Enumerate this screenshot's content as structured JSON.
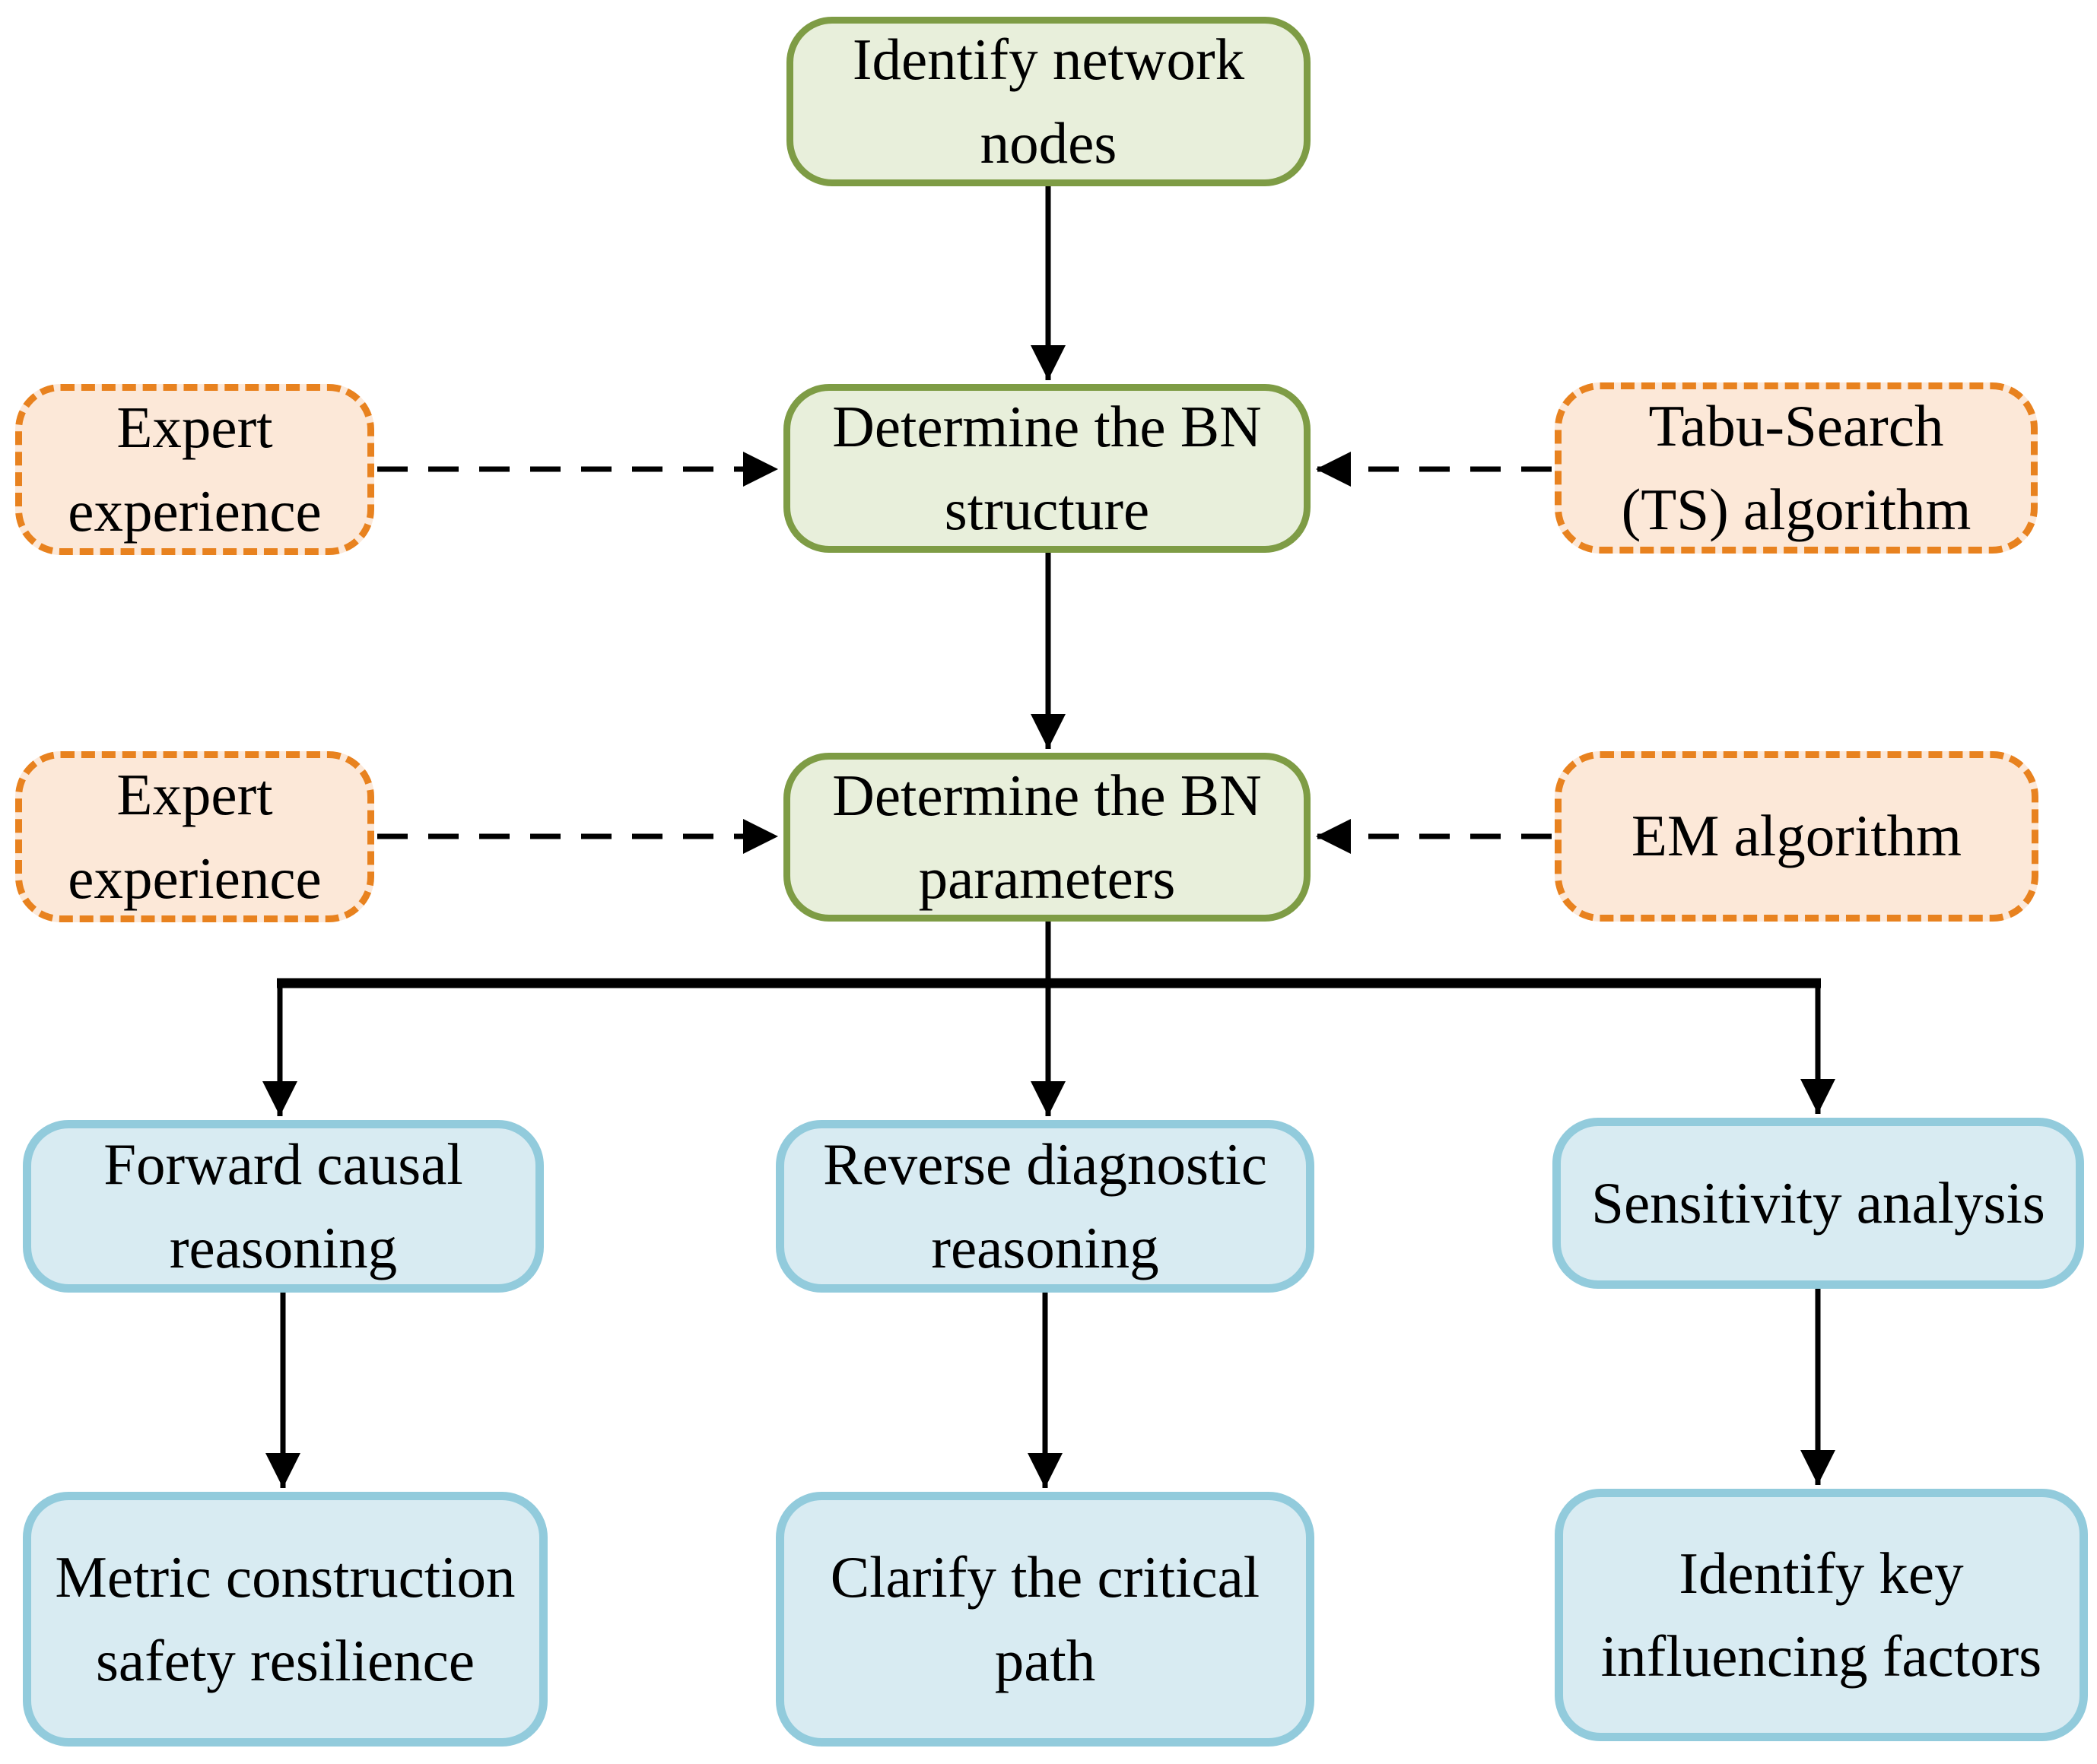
{
  "nodes": {
    "identify": {
      "label": [
        "Identify network",
        "nodes"
      ]
    },
    "structure": {
      "label": [
        "Determine the BN",
        "structure"
      ]
    },
    "parameters": {
      "label": [
        "Determine the BN",
        "parameters"
      ]
    },
    "expert1": {
      "label": [
        "Expert experience"
      ]
    },
    "tabu": {
      "label": [
        "Tabu-Search",
        "(TS) algorithm"
      ]
    },
    "expert2": {
      "label": [
        "Expert experience"
      ]
    },
    "em": {
      "label": [
        "EM algorithm"
      ]
    },
    "forward": {
      "label": [
        "Forward causal",
        "reasoning"
      ]
    },
    "reverse": {
      "label": [
        "Reverse diagnostic",
        "reasoning"
      ]
    },
    "sensitivity": {
      "label": [
        "Sensitivity analysis"
      ]
    },
    "metric": {
      "label": [
        "Metric construction",
        "safety resilience"
      ]
    },
    "critical": {
      "label": [
        "Clarify the critical",
        "path"
      ]
    },
    "keyfactors": {
      "label": [
        "Identify key",
        "influencing factors"
      ]
    }
  },
  "colors": {
    "process_fill": "#e8efdb",
    "process_border": "#7e9c45",
    "external_fill": "#fce8d8",
    "external_border": "#e8821f",
    "result_fill": "#d8ebf2",
    "result_border": "#92cbdc",
    "arrow": "#000000"
  }
}
